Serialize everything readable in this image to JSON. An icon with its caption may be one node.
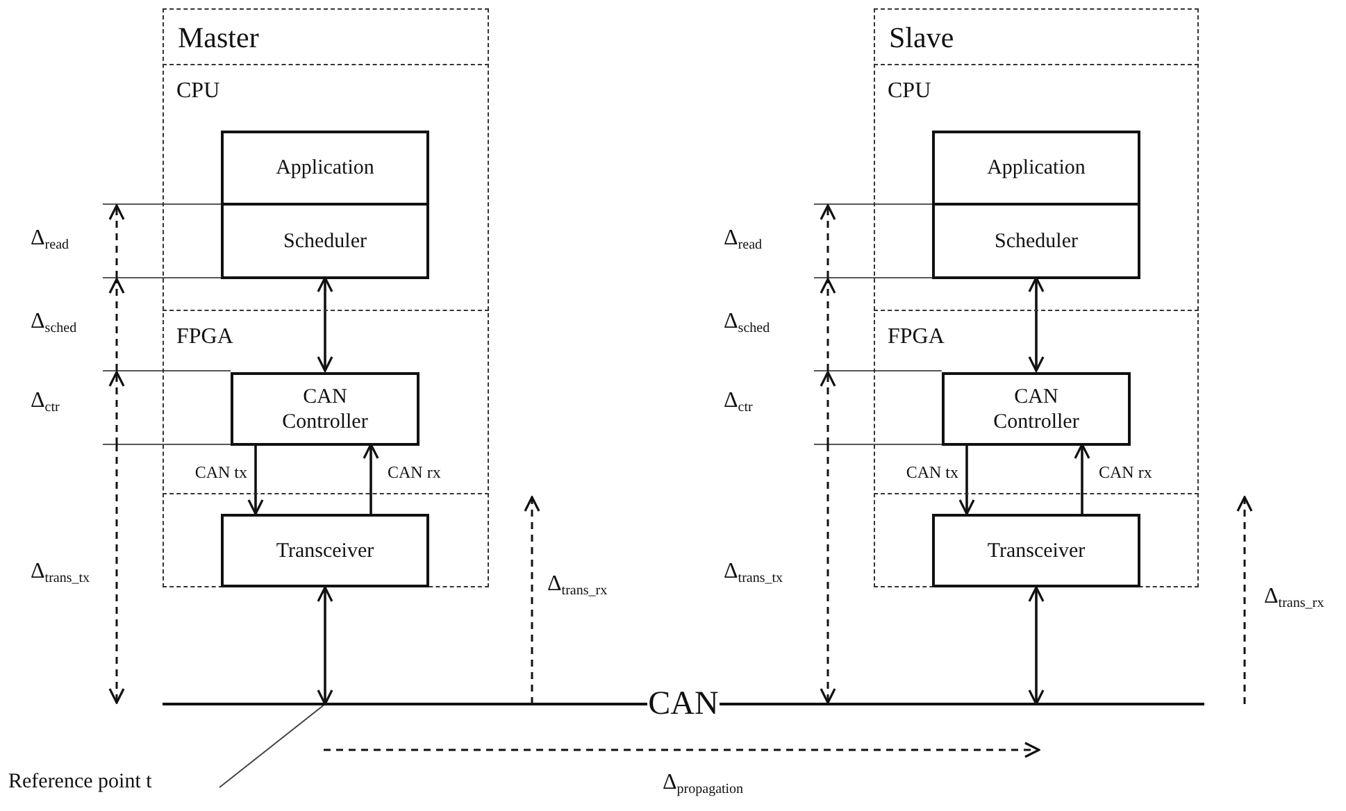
{
  "diagram": {
    "nodes": [
      {
        "text": [
          "Master"
        ]
      },
      {
        "text": [
          "CPU"
        ],
        "in": 0
      },
      {
        "text": [
          "Application"
        ],
        "in": 1
      },
      {
        "text": [
          "Scheduler"
        ],
        "in": 1
      },
      {
        "text": [
          "FPGA"
        ],
        "in": 0
      },
      {
        "text": [
          "CAN Controller"
        ],
        "in": 4
      },
      {
        "text": [
          "Transceiver"
        ],
        "in": 0
      },
      {
        "text": [
          "Slave"
        ]
      },
      {
        "text": [
          "CPU"
        ],
        "in": 7
      },
      {
        "text": [
          "Application"
        ],
        "in": 8
      },
      {
        "text": [
          "Scheduler"
        ],
        "in": 8
      },
      {
        "text": [
          "FPGA"
        ],
        "in": 7
      },
      {
        "text": [
          "CAN Controller"
        ],
        "in": 11
      },
      {
        "text": [
          "Transceiver"
        ],
        "in": 7
      },
      {
        "text": [
          "CAN"
        ]
      },
      {
        "text": [
          "Reference point t"
        ]
      }
    ],
    "edges": [
      {
        "from": 3,
        "to": 5,
        "arrow": "both"
      },
      {
        "from": 5,
        "to": 6,
        "arrow": "to",
        "label": "CAN tx"
      },
      {
        "from": 6,
        "to": 5,
        "arrow": "to",
        "label": "CAN rx"
      },
      {
        "from": 6,
        "to": 14,
        "arrow": "both"
      },
      {
        "from": 10,
        "to": 12,
        "arrow": "both"
      },
      {
        "from": 12,
        "to": 13,
        "arrow": "to",
        "label": "CAN tx"
      },
      {
        "from": 13,
        "to": 12,
        "arrow": "to",
        "label": "CAN rx"
      },
      {
        "from": 13,
        "to": 14,
        "arrow": "both"
      },
      {
        "from": 15,
        "to": 14,
        "arrow": "none"
      }
    ],
    "labels": [
      "Δ$_{read}$",
      "Δ$_{read}$",
      "Δ$_{sched}$",
      "Δ$_{sched}$",
      "Δ$_{ctr}$",
      "Δ$_{ctr}$",
      "Δ$_{trans_tx}$",
      "Δ$_{trans_rx}$",
      "Δ$_{trans_tx}$",
      "Δ$_{trans_rx}$",
      "Δ$_{propagation}$"
    ]
  }
}
